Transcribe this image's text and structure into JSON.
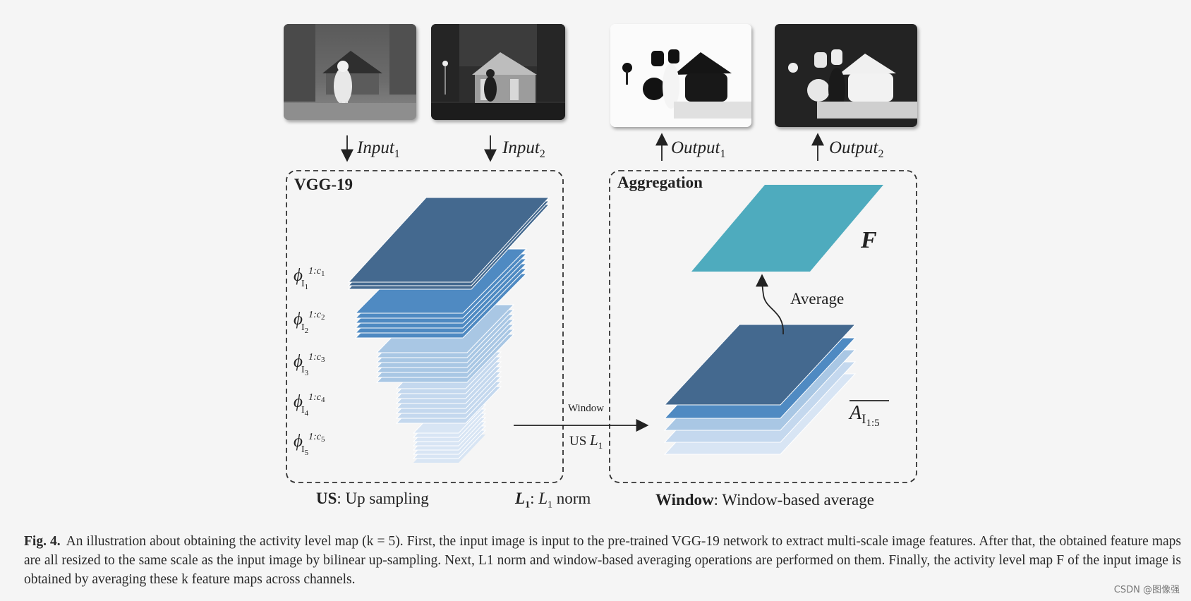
{
  "figure": {
    "inputs": [
      {
        "label": "Input",
        "sub": "1"
      },
      {
        "label": "Input",
        "sub": "2"
      }
    ],
    "outputs": [
      {
        "label": "Output",
        "sub": "1"
      },
      {
        "label": "Output",
        "sub": "2"
      }
    ],
    "vgg_title": "VGG-19",
    "aggregation_title": "Aggregation",
    "feature_labels": [
      {
        "phi": "ϕ",
        "base": "I",
        "idx": "1",
        "channels": "1:c",
        "cidx": "1"
      },
      {
        "phi": "ϕ",
        "base": "I",
        "idx": "2",
        "channels": "1:c",
        "cidx": "2"
      },
      {
        "phi": "ϕ",
        "base": "I",
        "idx": "3",
        "channels": "1:c",
        "cidx": "3"
      },
      {
        "phi": "ϕ",
        "base": "I",
        "idx": "4",
        "channels": "1:c",
        "cidx": "4"
      },
      {
        "phi": "ϕ",
        "base": "I",
        "idx": "5",
        "channels": "1:c",
        "cidx": "5"
      }
    ],
    "f_label": "F",
    "average_label": "Average",
    "a_label": "A",
    "a_sub": "I",
    "a_subsub": "1:5",
    "arrow_window": "Window",
    "arrow_us": "US",
    "arrow_l1": "L",
    "arrow_l1_sub": "1",
    "legend": {
      "us_key": "US",
      "us_text": ": Up sampling",
      "l1_key": "L",
      "l1_key_sub": "1",
      "l1_mid": ": ",
      "l1_var": "L",
      "l1_var_sub": "1",
      "l1_text": " norm",
      "window_key": "Window",
      "window_text": ": Window-based average"
    },
    "colors": {
      "dark_layer": "#44698f",
      "mid_layer": "#4f8ac2",
      "light_layer": "#a9c7e4",
      "lighter_layer": "#c4d8ee",
      "lightest_layer": "#d8e5f4",
      "f_layer": "#4eabbe"
    }
  },
  "caption": {
    "fig_label": "Fig. 4.",
    "text": "An illustration about obtaining the activity level map (k = 5). First, the input image is input to the pre-trained VGG-19 network to extract multi-scale image features. After that, the obtained feature maps are all resized to the same scale as the input image by bilinear up-sampling. Next, L1 norm and window-based averaging operations are performed on them. Finally, the activity level map F of the input image is obtained by averaging these k feature maps across channels."
  },
  "watermark": "CSDN @图像强"
}
